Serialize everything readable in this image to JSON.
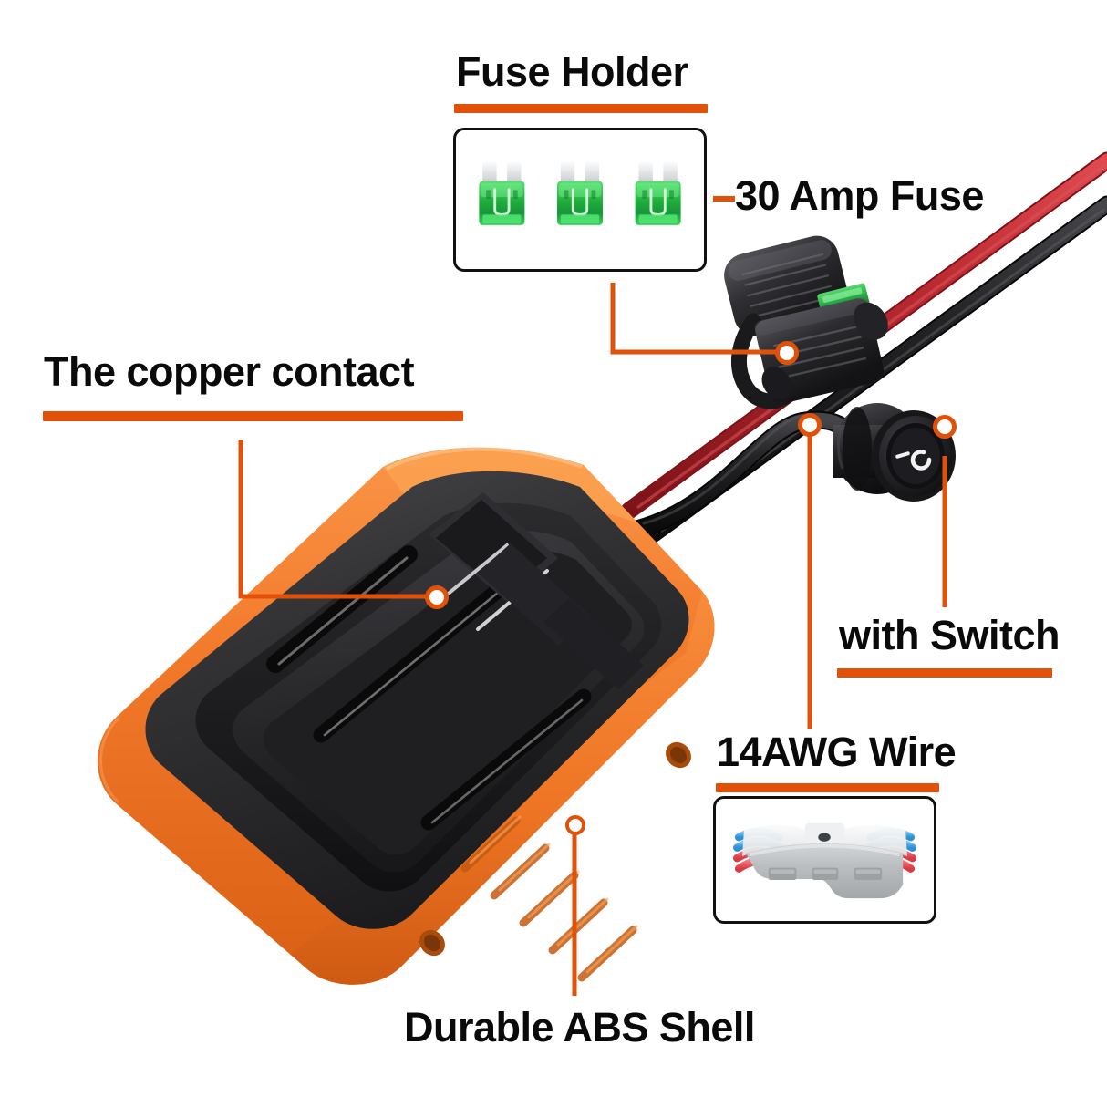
{
  "image": {
    "type": "product-infographic",
    "subject": "Power wheels battery adapter with fuse holder and switch",
    "background_color": "#ffffff",
    "accent_color": "#e2510a",
    "text_color": "#0a0a0a"
  },
  "callouts": [
    {
      "id": "fuse-holder",
      "label": "Fuse Holder",
      "underline": true,
      "has_panel": true,
      "panel_contents": "three green 30 amp blade fuses"
    },
    {
      "id": "amp-fuse",
      "label": "30 Amp Fuse",
      "underline": false,
      "has_panel": false,
      "dash_prefix": true
    },
    {
      "id": "copper-contact",
      "label": "The copper contact",
      "underline": true,
      "has_panel": false
    },
    {
      "id": "with-switch",
      "label": "with Switch",
      "underline": true,
      "has_panel": false
    },
    {
      "id": "awg-wire",
      "label": "14AWG Wire",
      "underline": true,
      "has_panel": true,
      "panel_contents": "grey lever wire connector with blue and red wires"
    },
    {
      "id": "abs-shell",
      "label": "Durable ABS Shell",
      "underline": false,
      "has_panel": false
    }
  ],
  "product": {
    "shell_color": "#f07c29",
    "shell_color_dark": "#d4611a",
    "terminal_color": "#2a2a2c",
    "wires": [
      {
        "name": "positive-wire",
        "color": "#b8252c"
      },
      {
        "name": "negative-wire",
        "color": "#161616"
      }
    ],
    "components": [
      {
        "name": "fuse-holder-inline",
        "color": "#1d1d1f"
      },
      {
        "name": "rocker-switch",
        "color": "#1a1a1c"
      },
      {
        "name": "blade-fuse",
        "color": "#2fc04a"
      }
    ]
  },
  "fuse_panel": {
    "fuse_count": 3,
    "fuse_color": "#35c255",
    "fuse_color_dark": "#129a34",
    "blade_color": "#e6e8ea"
  },
  "connector_panel": {
    "body_color": "#b9bcbe",
    "lever_color": "#eceef0",
    "wire_colors": [
      "#4aa8e8",
      "#e8484f"
    ],
    "port_count": 3
  }
}
